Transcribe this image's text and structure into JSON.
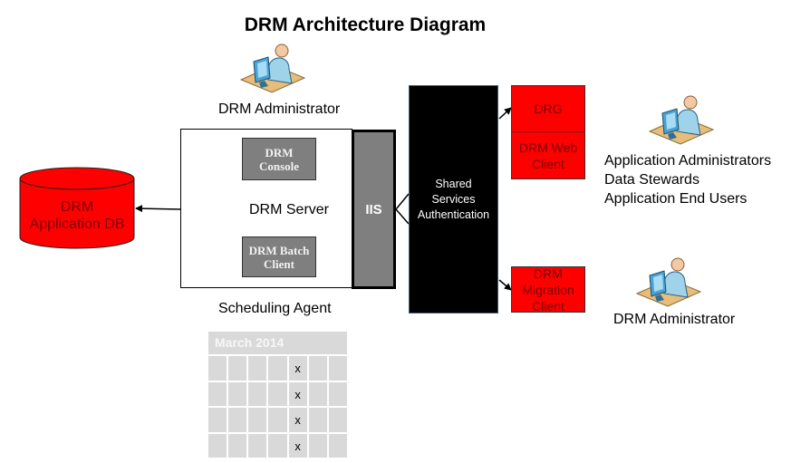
{
  "title": "DRM Architecture Diagram",
  "nodes": {
    "top_admin": {
      "icon": "user-at-computer-icon",
      "label": "DRM Administrator"
    },
    "db": {
      "line1": "DRM",
      "line2": "Application DB",
      "color": "#ff0000"
    },
    "server": {
      "label": "DRM Server"
    },
    "console": {
      "line1": "DRM",
      "line2": "Console"
    },
    "batch_client": {
      "line1": "DRM Batch",
      "line2": "Client"
    },
    "iis": {
      "label": "IIS"
    },
    "shared_services": {
      "line1": "Shared",
      "line2": "Services",
      "line3": "Authentication"
    },
    "drg": {
      "label": "DRG"
    },
    "web_client": {
      "line1": "DRM Web",
      "line2": "Client"
    },
    "migration_client": {
      "line1": "DRM",
      "line2": "Migration",
      "line3": "Client"
    },
    "scheduling_agent": {
      "label": "Scheduling Agent"
    },
    "app_users": {
      "icon": "user-at-computer-icon",
      "lines": [
        "Application Administrators",
        "Data Stewards",
        "Application End Users"
      ]
    },
    "bottom_admin": {
      "icon": "user-at-computer-icon",
      "label": "DRM Administrator"
    }
  },
  "calendar": {
    "month": "March 2014",
    "rows": [
      [
        "",
        "",
        "",
        "",
        "x",
        "",
        ""
      ],
      [
        "",
        "",
        "",
        "",
        "x",
        "",
        ""
      ],
      [
        "",
        "",
        "",
        "",
        "x",
        "",
        ""
      ],
      [
        "",
        "",
        "",
        "",
        "x",
        "",
        ""
      ]
    ]
  },
  "colors": {
    "red": "#ff0000",
    "gray": "#7f7f7f",
    "black": "#000000",
    "calendar_gray": "#d9d9d9"
  }
}
